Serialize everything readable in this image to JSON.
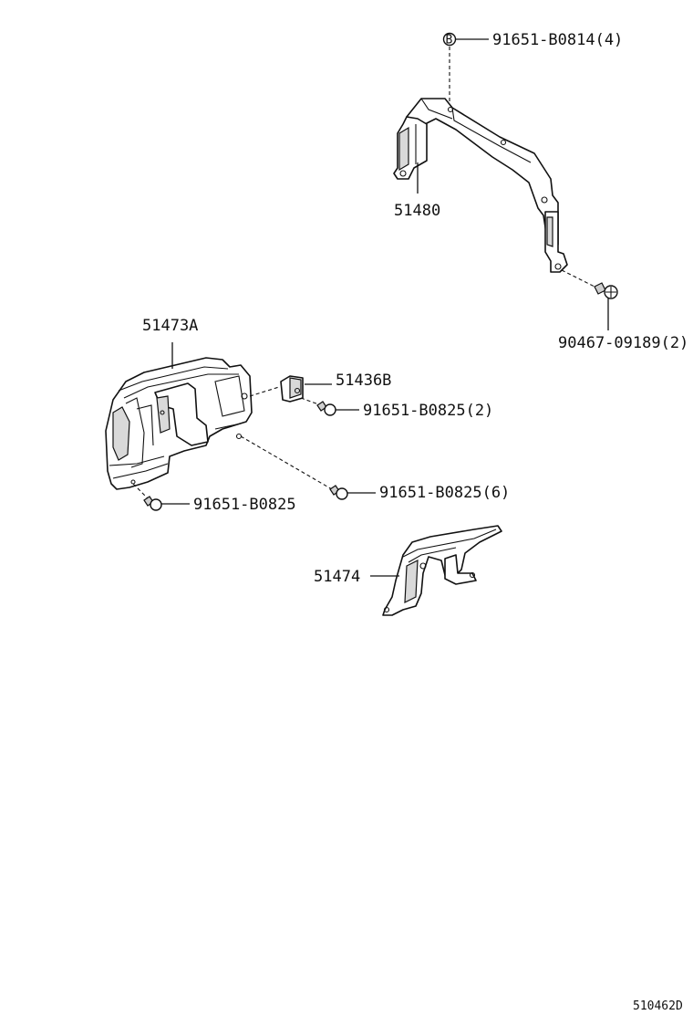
{
  "diagram": {
    "parts": {
      "p51480": "51480",
      "p51473A": "51473A",
      "p51436B": "51436B",
      "p51474": "51474"
    },
    "fasteners": {
      "f91651_B0814": "91651-B0814(4)",
      "f90467_09189": "90467-09189(2)",
      "f91651_B0825_2": "91651-B0825(2)",
      "f91651_B0825_6": "91651-B0825(6)",
      "f91651_B0825": "91651-B0825"
    },
    "callout_symbol": "B",
    "figure_code": "510462D"
  }
}
